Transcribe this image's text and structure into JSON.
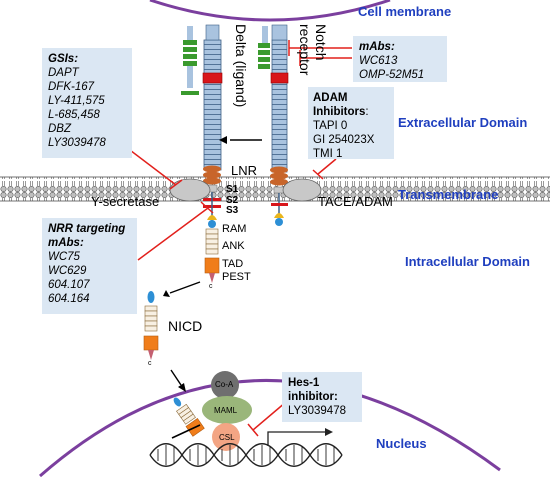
{
  "regions": {
    "cell_membrane": "Cell membrane",
    "extracellular": "Extracellular Domain",
    "transmembrane": "Transmembrane",
    "intracellular": "Intracellular Domain",
    "nucleus": "Nucleus"
  },
  "receptors": {
    "ligand": "Delta (ligand)",
    "receptor_line1": "Notch",
    "receptor_line2": "receptor"
  },
  "labels": {
    "lnr": "LNR",
    "gamma_secretase": "Y-secretase",
    "tace": "TACE/ADAM",
    "s1": "S1",
    "s2": "S2",
    "s3": "S3",
    "ram": "RAM",
    "ank": "ANK",
    "tad": "TAD",
    "pest": "PEST",
    "c_terminus": "c",
    "nicd": "NICD",
    "coa": "Co-A",
    "maml": "MAML",
    "csl": "CSL"
  },
  "gsi_box": {
    "title": "GSIs:",
    "items": [
      "DAPT",
      "DFK-167",
      "LY-411,575",
      "L-685,458",
      "DBZ",
      "LY3039478"
    ]
  },
  "mabs_box": {
    "title": "mAbs:",
    "items": [
      "WC613",
      "OMP-52M51"
    ]
  },
  "adam_box": {
    "title_line1": "ADAM",
    "title_line2": "Inhibitors",
    "title_suffix": ":",
    "items": [
      "TAPI 0",
      "GI 254023X",
      "TMI 1"
    ]
  },
  "nrr_box": {
    "title_line1": "NRR targeting",
    "title_line2": "mAbs:",
    "items": [
      "WC75",
      "WC629",
      "604.107",
      "604.164"
    ]
  },
  "hes_box": {
    "title_line1": "Hes-1",
    "title_line2": "inhibitor:",
    "item": "LY3039478"
  },
  "colors": {
    "region_text": "#1f3fbf",
    "box_bg": "#dbe7f3",
    "inhibition": "#e2201c",
    "membrane_purple": "#7b3f9e",
    "receptor_segment": "#a9c3df",
    "lnr_orange": "#c8652a",
    "green_domain": "#3a9a2e",
    "orange_domain": "#f07d1a",
    "maml_green": "#9ab67a",
    "coa_gray": "#6f6f6f",
    "csl_peach": "#f3a584"
  }
}
